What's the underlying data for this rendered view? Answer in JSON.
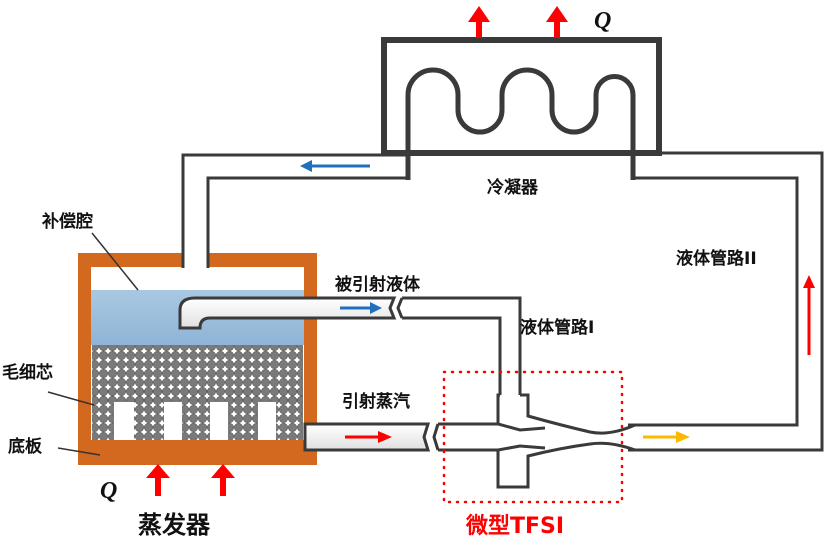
{
  "labels": {
    "condenser": "冷凝器",
    "compensation_chamber": "补偿腔",
    "wick": "毛细芯",
    "base_plate": "底板",
    "evaporator": "蒸发器",
    "ejected_liquid": "被引射液体",
    "liquid_line_1": "液体管路I",
    "liquid_line_2": "液体管路II",
    "motive_vapor": "引射蒸汽",
    "tfsi": "微型TFSI",
    "heat_top": "Q",
    "heat_bottom": "Q"
  },
  "colors": {
    "frame": "#d2691e",
    "liquid": "#9dbfdc",
    "wick_ball": "#7a7a7a",
    "pipe": "#3a3a3a",
    "liquid_flow": "#1f6fbf",
    "vapor_flow": "#ff0000",
    "mixed_flow": "#ffb800",
    "tfsi_box": "#ff0000"
  }
}
